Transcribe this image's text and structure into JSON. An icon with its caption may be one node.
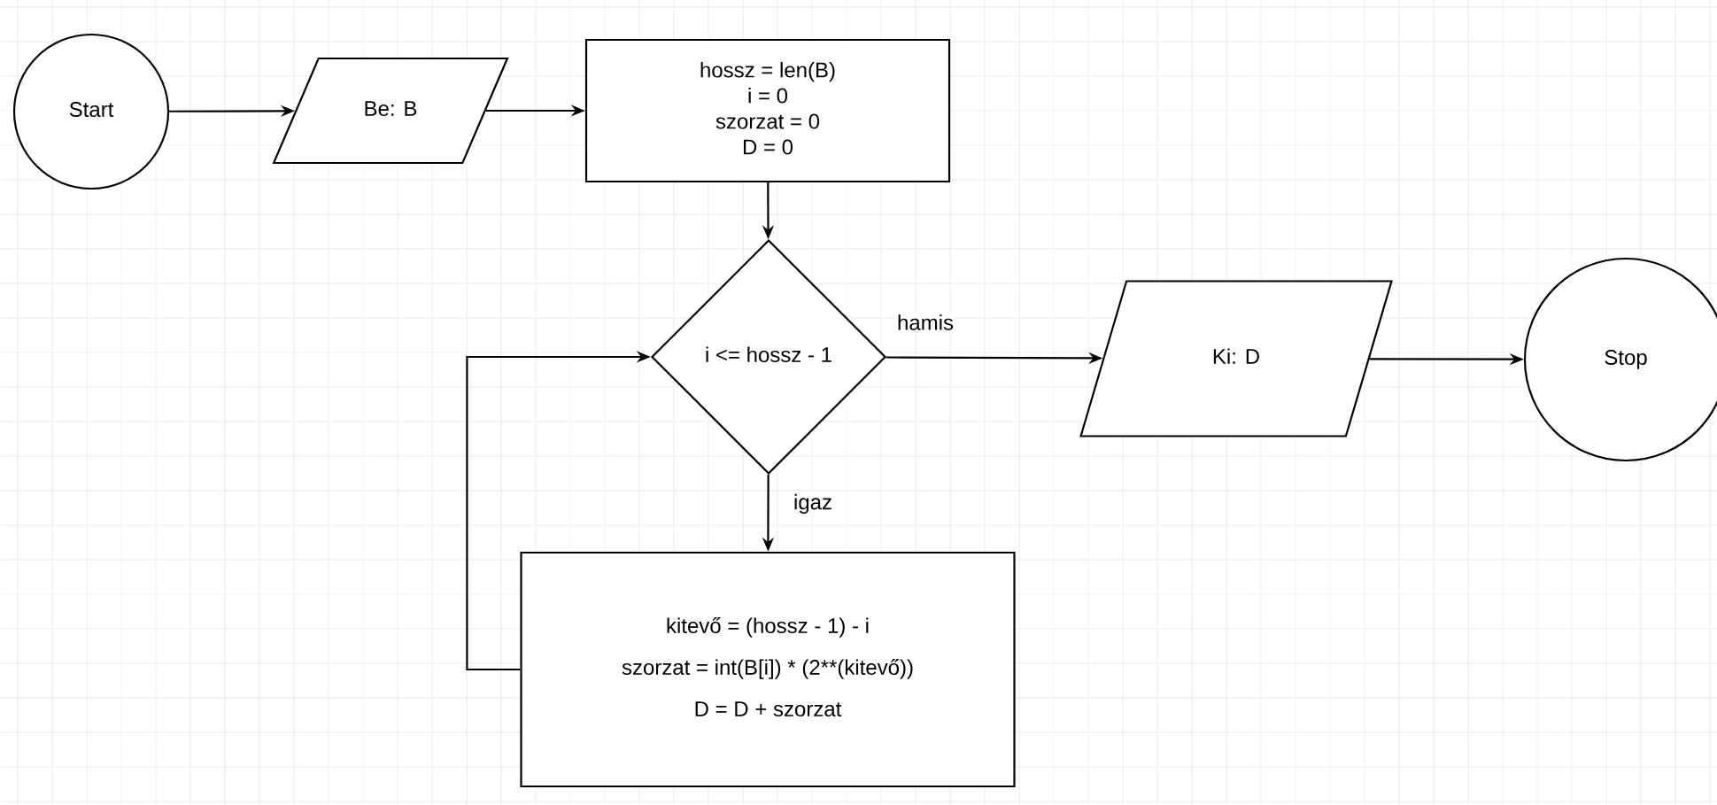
{
  "diagram": {
    "nodes": [
      {
        "text": [
          "Start"
        ]
      },
      {
        "text": [
          "Be: B"
        ]
      },
      {
        "text": [
          "hossz = len(B)",
          "i = 0",
          "szorzat = 0",
          "D = 0"
        ]
      },
      {
        "text": [
          "i <= hossz - 1"
        ]
      },
      {
        "text": [
          "Ki: D"
        ]
      },
      {
        "text": [
          "Stop"
        ]
      },
      {
        "text": [
          "kitevő = (hossz - 1) - i",
          "szorzat = int(B[i]) * (2**(kitevő))",
          "D = D + szorzat"
        ]
      }
    ],
    "edges": [
      {
        "from": 0,
        "to": 1,
        "arrow": "to"
      },
      {
        "from": 1,
        "to": 2,
        "arrow": "to"
      },
      {
        "from": 2,
        "to": 3,
        "arrow": "to"
      },
      {
        "from": 3,
        "to": 4,
        "arrow": "to",
        "label": "hamis"
      },
      {
        "from": 4,
        "to": 5,
        "arrow": "to"
      },
      {
        "from": 3,
        "to": 6,
        "arrow": "to",
        "label": "igaz"
      },
      {
        "from": 6,
        "to": 3,
        "arrow": "to"
      }
    ]
  }
}
